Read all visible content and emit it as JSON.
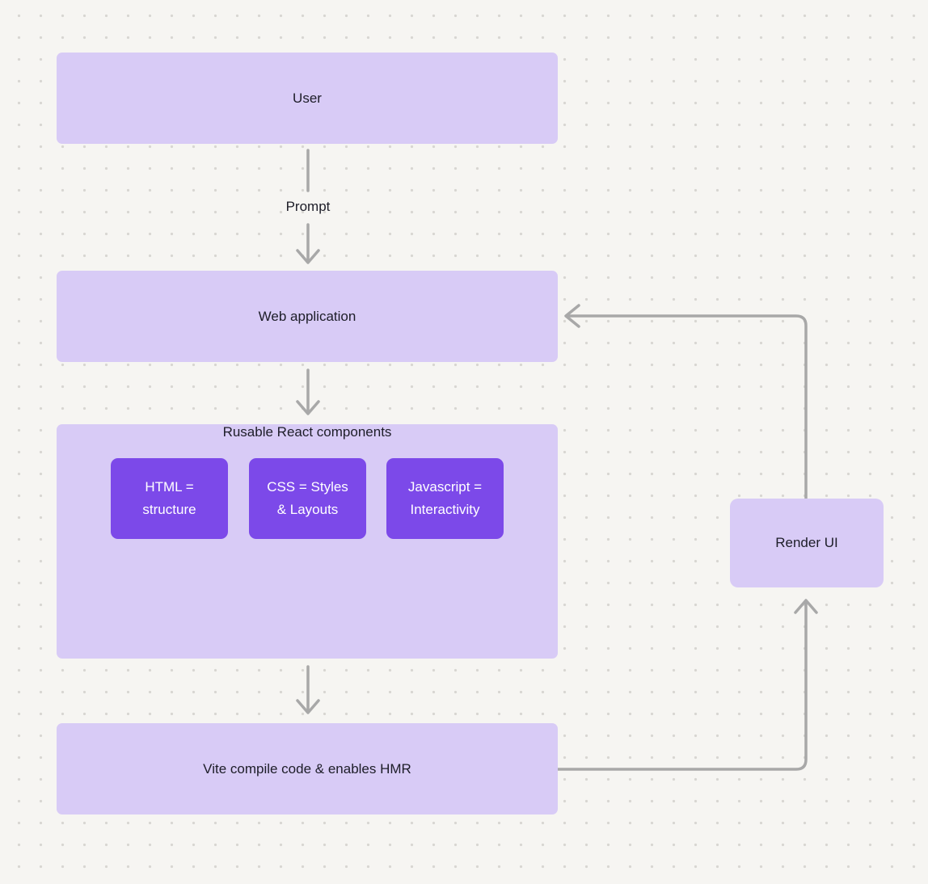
{
  "diagram": {
    "nodes": {
      "user": {
        "label": "User"
      },
      "web_application": {
        "label": "Web application"
      },
      "components_group": {
        "label": "Rusable React components"
      },
      "html": {
        "label": "HTML =\nstructure"
      },
      "css": {
        "label": "CSS = Styles\n& Layouts"
      },
      "javascript": {
        "label": "Javascript =\nInteractivity"
      },
      "vite": {
        "label": "Vite compile code & enables HMR"
      },
      "render_ui": {
        "label": "Render UI"
      }
    },
    "edges": {
      "prompt": {
        "label": "Prompt"
      }
    },
    "colors": {
      "background": "#f6f5f2",
      "dot": "#d8d6d2",
      "node_fill_light": "#d8cbf6",
      "node_fill_dark": "#7c49e9",
      "arrow": "#a8a8a8",
      "text_dark": "#1d1d28",
      "text_light": "#ffffff"
    }
  }
}
